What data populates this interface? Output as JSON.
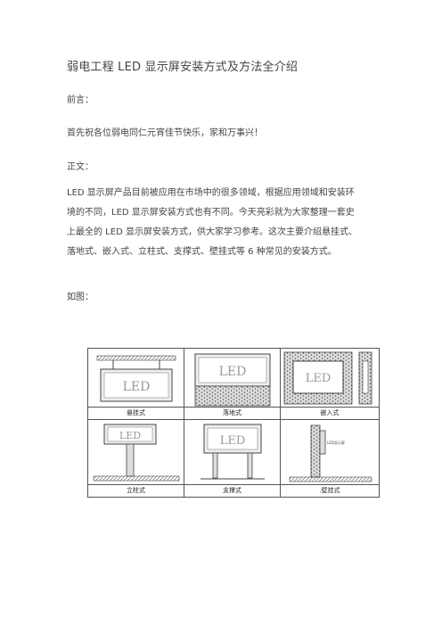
{
  "doc": {
    "title": "弱电工程 LED 显示屏安装方式及方法全介绍",
    "preface_label": "前言：",
    "greeting": "首先祝各位弱电同仁元宵佳节快乐，家和万事兴！",
    "body_label": "正文：",
    "body_lines": [
      "LED 显示屏产品目前被应用在市场中的很多领域，根据应用领域和安装环",
      "境的不同，LED 显示屏安装方式也有不同。今天亮彩就为大家整理一套史",
      "上最全的 LED 显示屏安装方式，供大家学习参考。这次主要介绍悬挂式、",
      "落地式、嵌入式、立柱式、支撑式、壁挂式等 6 种常见的安装方式。"
    ],
    "figure_label": "如图："
  },
  "figure": {
    "sign_text": "LED",
    "wall_sign_text": "LED显示屏",
    "captions": [
      "悬挂式",
      "落地式",
      "嵌入式",
      "立柱式",
      "支撑式",
      ".壁挂式"
    ]
  }
}
